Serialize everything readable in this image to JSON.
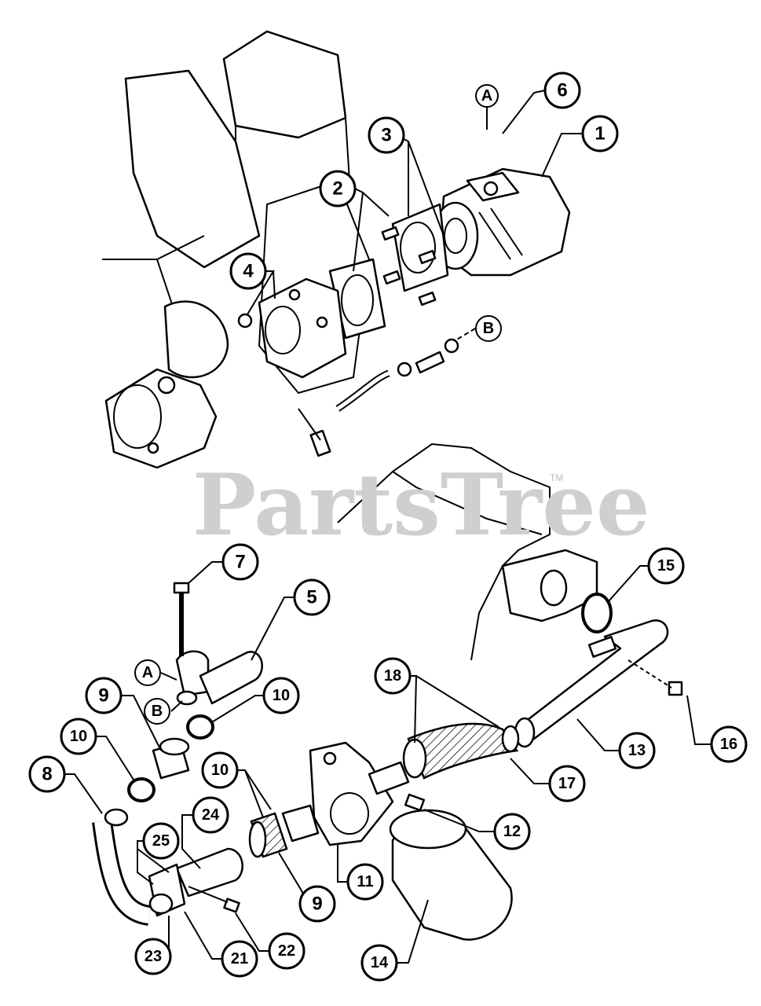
{
  "watermark": {
    "text": "PartsTree",
    "trademark": "TM"
  },
  "callouts": [
    {
      "label": "1"
    },
    {
      "label": "2"
    },
    {
      "label": "3"
    },
    {
      "label": "4"
    },
    {
      "label": "5"
    },
    {
      "label": "6"
    },
    {
      "label": "7"
    },
    {
      "label": "8"
    },
    {
      "label": "9"
    },
    {
      "label": "9"
    },
    {
      "label": "10"
    },
    {
      "label": "10"
    },
    {
      "label": "10"
    },
    {
      "label": "11"
    },
    {
      "label": "12"
    },
    {
      "label": "13"
    },
    {
      "label": "14"
    },
    {
      "label": "15"
    },
    {
      "label": "16"
    },
    {
      "label": "17"
    },
    {
      "label": "18"
    },
    {
      "label": "21"
    },
    {
      "label": "22"
    },
    {
      "label": "23"
    },
    {
      "label": "24"
    },
    {
      "label": "25"
    }
  ],
  "reference_marks": [
    {
      "label": "A"
    },
    {
      "label": "B"
    },
    {
      "label": "A"
    },
    {
      "label": "B"
    }
  ]
}
